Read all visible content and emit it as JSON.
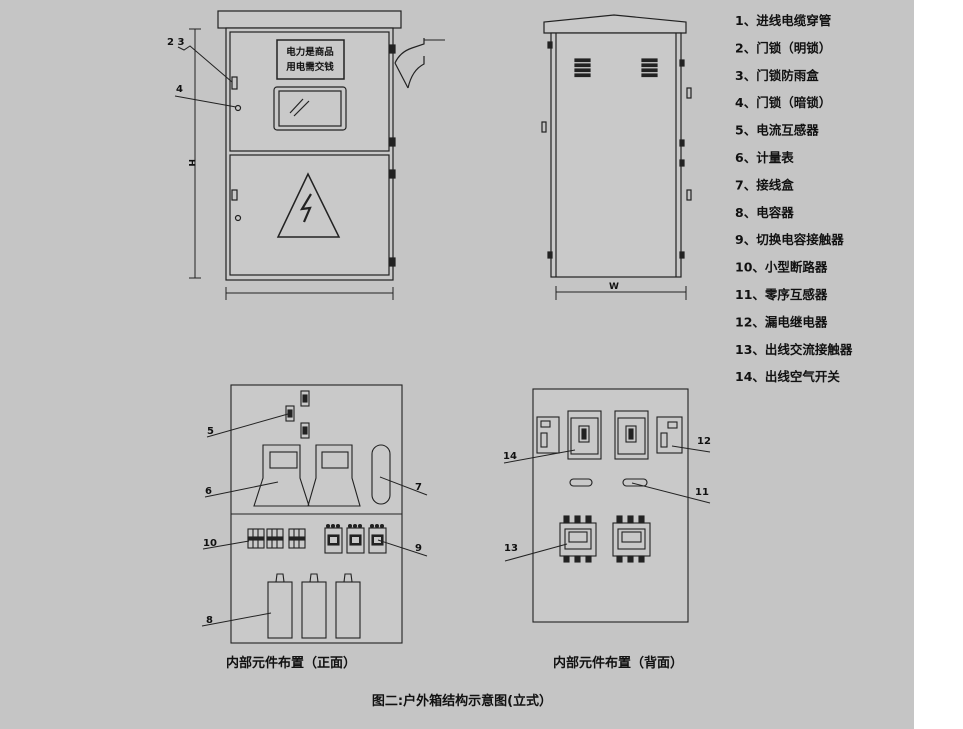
{
  "colors": {
    "background": "#c5c5c5",
    "line": "#222222",
    "panel": "#c9c9c9"
  },
  "labels": {
    "sign_line1": "电力是商品",
    "sign_line2": "用电需交钱",
    "height_label": "H",
    "width_label": "W",
    "callouts": {
      "c23": "2 3",
      "c4": "4",
      "c5": "5",
      "c6": "6",
      "c7": "7",
      "c8": "8",
      "c9": "9",
      "c10": "10",
      "c11": "11",
      "c12": "12",
      "c13": "13",
      "c14": "14"
    }
  },
  "legend": [
    "1、进线电缆穿管",
    "2、门锁（明锁）",
    "3、门锁防雨盒",
    "4、门锁（暗锁）",
    "5、电流互感器",
    "6、计量表",
    "7、接线盒",
    "8、电容器",
    "9、切换电容接触器",
    "10、小型断路器",
    "11、零序互感器",
    "12、漏电继电器",
    "13、出线交流接触器",
    "14、出线空气开关"
  ],
  "captions": {
    "front_layout": "内部元件布置（正面）",
    "back_layout": "内部元件布置（背面）",
    "figure_title": "图二:户外箱结构示意图(立式）"
  },
  "icons": {
    "warning": "high-voltage-warning-icon",
    "window": "meter-window-icon"
  }
}
